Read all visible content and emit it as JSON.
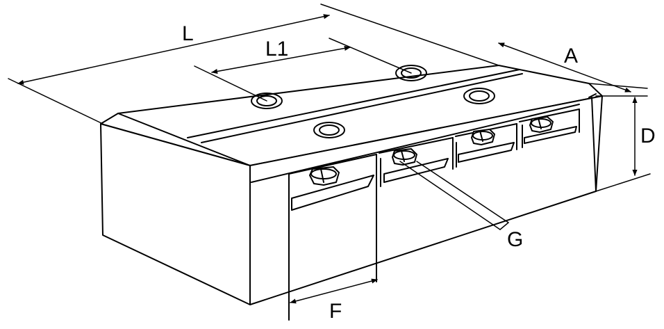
{
  "diagram": {
    "labels": {
      "L": "L",
      "L1": "L1",
      "A": "A",
      "D": "D",
      "F": "F",
      "G": "G"
    }
  }
}
